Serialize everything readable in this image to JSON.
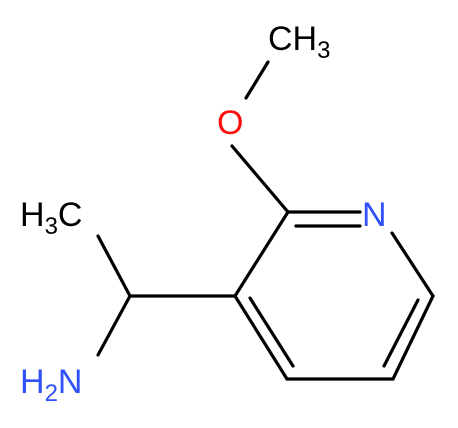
{
  "molecule": {
    "colors": {
      "bond": "#000000",
      "oxygen": "#ff0d0d",
      "nitrogen": "#3050f8",
      "carbon_label": "#000000"
    },
    "atom_labels": {
      "methyl_top": {
        "main": "CH",
        "sub": "3"
      },
      "oxygen": {
        "main": "O"
      },
      "ring_nitrogen": {
        "main": "N"
      },
      "methyl_left": {
        "main": "H",
        "sub": "3",
        "tail": "C"
      },
      "amine": {
        "main": "H",
        "sub": "2",
        "tail": "N"
      }
    }
  }
}
